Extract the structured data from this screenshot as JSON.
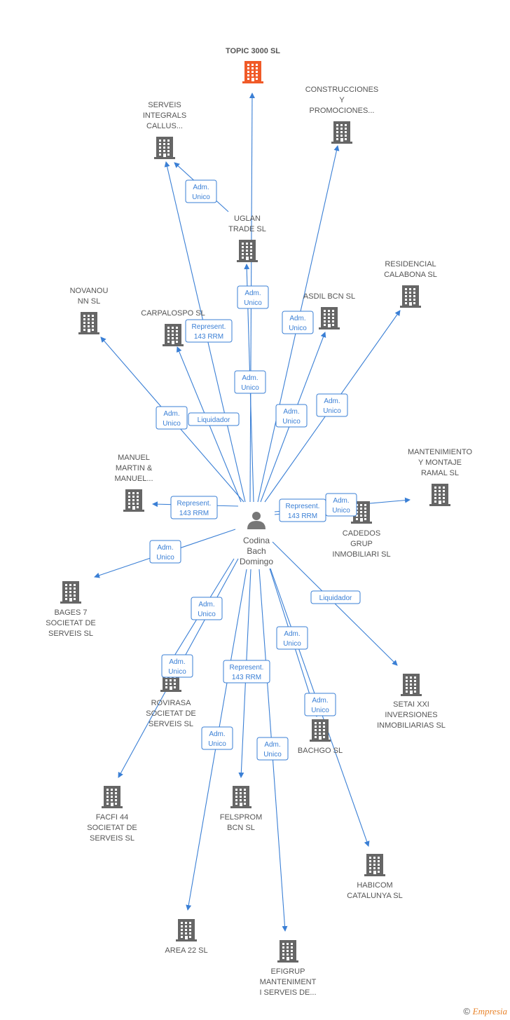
{
  "person": {
    "name_lines": [
      "Codina",
      "Bach",
      "Domingo"
    ],
    "icon": "person-icon"
  },
  "companies": [
    {
      "id": "topic",
      "lines": [
        "TOPIC 3000 SL"
      ],
      "highlight": true,
      "color": "#f05a28"
    },
    {
      "id": "construcciones",
      "lines": [
        "CONSTRUCCIONES",
        "Y",
        "PROMOCIONES..."
      ]
    },
    {
      "id": "serveis_integrals",
      "lines": [
        "SERVEIS",
        "INTEGRALS",
        "CALLUS..."
      ]
    },
    {
      "id": "uglan",
      "lines": [
        "UGLAN",
        "TRADE SL"
      ]
    },
    {
      "id": "residencial",
      "lines": [
        "RESIDENCIAL",
        "CALABONA SL"
      ]
    },
    {
      "id": "novanou",
      "lines": [
        "NOVANOU",
        "NN SL"
      ]
    },
    {
      "id": "asdil",
      "lines": [
        "ASDIL BCN SL"
      ]
    },
    {
      "id": "carpalospo",
      "lines": [
        "CARPALOSPO SL"
      ]
    },
    {
      "id": "manuel",
      "lines": [
        "MANUEL",
        "MARTIN &",
        "MANUEL..."
      ]
    },
    {
      "id": "mantenimiento",
      "lines": [
        "MANTENIMIENTO",
        "Y MONTAJE",
        "RAMAL SL"
      ]
    },
    {
      "id": "cadedos",
      "lines": [
        "CADEDOS",
        "GRUP",
        "INMOBILIARI SL"
      ]
    },
    {
      "id": "bages",
      "lines": [
        "BAGES 7",
        "SOCIETAT DE",
        "SERVEIS SL"
      ]
    },
    {
      "id": "rovirasa",
      "lines": [
        "ROVIRASA",
        "SOCIETAT DE",
        "SERVEIS SL"
      ]
    },
    {
      "id": "setai",
      "lines": [
        "SETAI XXI",
        "INVERSIONES",
        "INMOBILIARIAS SL"
      ]
    },
    {
      "id": "bachgo",
      "lines": [
        "BACHGO  SL"
      ]
    },
    {
      "id": "facfi",
      "lines": [
        "FACFI 44",
        "SOCIETAT DE",
        "SERVEIS SL"
      ]
    },
    {
      "id": "felsprom",
      "lines": [
        "FELSPROM",
        "BCN SL"
      ]
    },
    {
      "id": "habicom",
      "lines": [
        "HABICOM",
        "CATALUNYA SL"
      ]
    },
    {
      "id": "area22",
      "lines": [
        "AREA 22 SL"
      ]
    },
    {
      "id": "efigrup",
      "lines": [
        "EFIGRUP",
        "MANTENIMENT",
        "I SERVEIS DE..."
      ]
    }
  ],
  "edges": [
    {
      "from": "person",
      "to": "topic",
      "lines": [
        "Adm.",
        "Unico"
      ]
    },
    {
      "from": "person",
      "to": "construcciones",
      "lines": [
        "Adm.",
        "Unico"
      ]
    },
    {
      "from": "person",
      "to": "serveis_integrals",
      "lines": [
        "Represent.",
        "143 RRM"
      ]
    },
    {
      "from": "uglan",
      "to": "serveis_integrals",
      "lines": [
        "Adm.",
        "Unico"
      ]
    },
    {
      "from": "person",
      "to": "uglan",
      "lines": [
        "Adm.",
        "Unico"
      ]
    },
    {
      "from": "person",
      "to": "residencial",
      "lines": [
        "Adm.",
        "Unico"
      ]
    },
    {
      "from": "person",
      "to": "novanou",
      "lines": [
        "Adm.",
        "Unico"
      ]
    },
    {
      "from": "person",
      "to": "asdil",
      "lines": [
        "Adm.",
        "Unico"
      ]
    },
    {
      "from": "person",
      "to": "carpalospo",
      "lines": [
        "Liquidador"
      ]
    },
    {
      "from": "person",
      "to": "manuel",
      "lines": [
        "Represent.",
        "143 RRM"
      ]
    },
    {
      "from": "person",
      "to": "mantenimiento",
      "lines": [
        "Adm.",
        "Unico"
      ]
    },
    {
      "from": "person",
      "to": "cadedos",
      "lines": [
        "Represent.",
        "143 RRM"
      ]
    },
    {
      "from": "person",
      "to": "bages",
      "lines": [
        "Adm.",
        "Unico"
      ]
    },
    {
      "from": "person",
      "to": "rovirasa",
      "lines": [
        "Adm.",
        "Unico"
      ]
    },
    {
      "from": "person",
      "to": "setai",
      "lines": [
        "Liquidador"
      ]
    },
    {
      "from": "person",
      "to": "bachgo",
      "lines": [
        "Adm.",
        "Unico"
      ]
    },
    {
      "from": "person",
      "to": "facfi",
      "lines": [
        "Adm.",
        "Unico"
      ]
    },
    {
      "from": "person",
      "to": "felsprom",
      "lines": [
        "Represent.",
        "143 RRM"
      ]
    },
    {
      "from": "person",
      "to": "habicom",
      "lines": [
        "Adm.",
        "Unico"
      ]
    },
    {
      "from": "person",
      "to": "area22",
      "lines": [
        "Adm.",
        "Unico"
      ]
    },
    {
      "from": "person",
      "to": "efigrup",
      "lines": [
        "Adm.",
        "Unico"
      ]
    }
  ],
  "colors": {
    "edge": "#3a7fd5",
    "building": "#666666",
    "highlight": "#f05a28",
    "person": "#777777"
  },
  "footer": {
    "copyright_symbol": "©",
    "brand": "Empresia"
  }
}
